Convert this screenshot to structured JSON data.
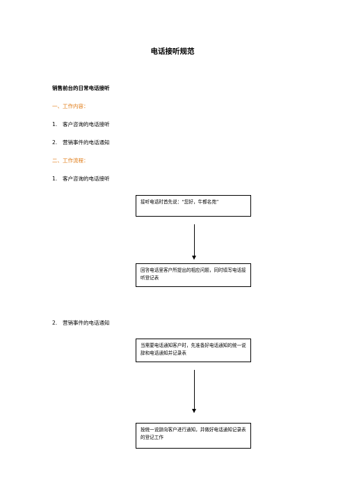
{
  "doc": {
    "title": "电话接听规范",
    "subtitle": "销售前台的日常电话接听",
    "section1": {
      "heading": "一、工作内容：",
      "items": [
        {
          "num": "1.",
          "text": "客户咨询的电话接听"
        },
        {
          "num": "2.",
          "text": "营销事件的电话通知"
        }
      ]
    },
    "section2": {
      "heading": "二、工作流程：",
      "flow1": {
        "num": "1.",
        "label": "客户咨询的电话接听",
        "box1": "接听电话时首先说：“您好，牛都名苑”",
        "box2": "回答电话里客户所提出的相应问题，同时填写电话接听登记表"
      },
      "flow2": {
        "num": "2.",
        "label": "营销事件的电话通知",
        "box1": "当需要电话通知客户时，先准备好电话通知的统一说辞和电话通知并记录表",
        "box2": "按统一说辞向客户进行通知，并做好电话通知记录表的登记工作"
      }
    }
  },
  "colors": {
    "section_heading": "#e07b16",
    "text": "#000000"
  }
}
